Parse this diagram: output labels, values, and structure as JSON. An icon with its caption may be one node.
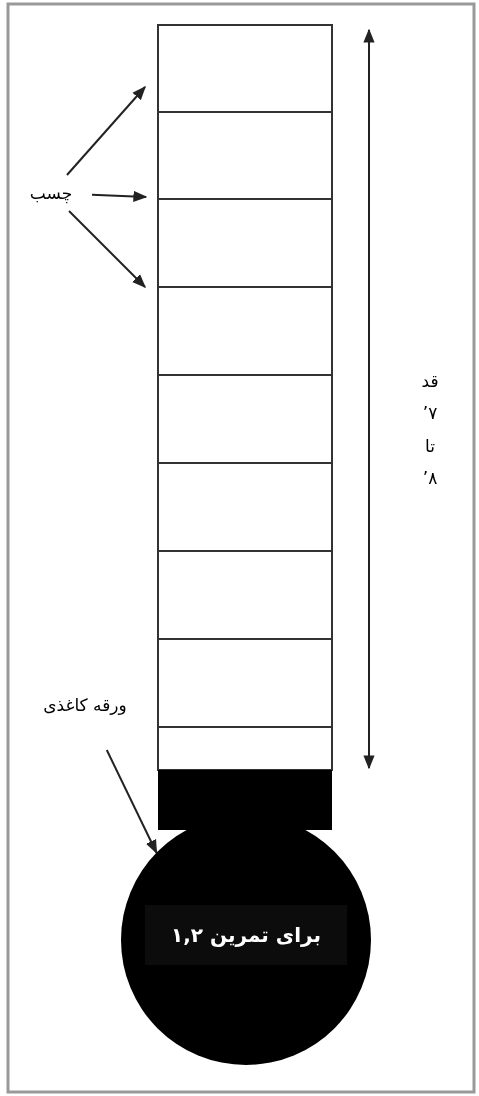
{
  "diagram": {
    "nodes": [
      {
        "text": [
          "چسب"
        ]
      },
      {
        "text": [
          "ورقه کاغذی"
        ]
      },
      {
        "text": [
          "برای تمرین ۱,۲"
        ]
      }
    ],
    "edges": [
      {
        "from": 0,
        "to": null,
        "arrow": "to"
      },
      {
        "from": 0,
        "to": null,
        "arrow": "to"
      },
      {
        "from": 0,
        "to": null,
        "arrow": "to"
      },
      {
        "from": 1,
        "to": 2,
        "arrow": "to"
      }
    ],
    "labels": [
      "قد ۷’ تا ۸’"
    ]
  }
}
